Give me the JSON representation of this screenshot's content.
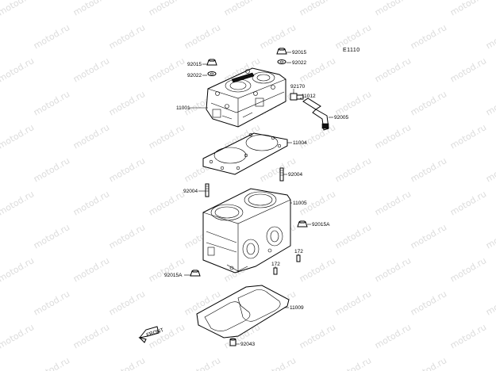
{
  "diagram": {
    "code": "E1110",
    "watermark": "motod.ru",
    "front_label": "FRONT",
    "labels": [
      {
        "id": "lbl-92015-top",
        "text": "92015"
      },
      {
        "id": "lbl-92022-top",
        "text": "92022"
      },
      {
        "id": "lbl-92015-left",
        "text": "92015"
      },
      {
        "id": "lbl-92022-left",
        "text": "92022"
      },
      {
        "id": "lbl-92170",
        "text": "92170"
      },
      {
        "id": "lbl-11012",
        "text": "11012"
      },
      {
        "id": "lbl-11001",
        "text": "11001"
      },
      {
        "id": "lbl-92005",
        "text": "92005"
      },
      {
        "id": "lbl-11004",
        "text": "11004"
      },
      {
        "id": "lbl-92004-right",
        "text": "92004"
      },
      {
        "id": "lbl-92004-left",
        "text": "92004"
      },
      {
        "id": "lbl-11005",
        "text": "11005"
      },
      {
        "id": "lbl-92015A-right",
        "text": "92015A"
      },
      {
        "id": "lbl-172-a",
        "text": "172"
      },
      {
        "id": "lbl-172-b",
        "text": "172"
      },
      {
        "id": "lbl-92015A-left",
        "text": "92015A"
      },
      {
        "id": "lbl-11009",
        "text": "11009"
      },
      {
        "id": "lbl-92043",
        "text": "92043"
      }
    ]
  }
}
